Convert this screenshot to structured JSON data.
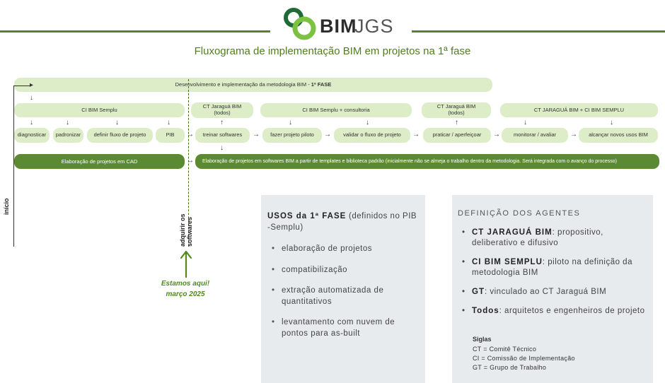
{
  "header": {
    "brand_bold": "BIM",
    "brand_light": "JGS",
    "title": "Fluxograma de implementação BIM em projetos na 1ª fase"
  },
  "flow": {
    "top_bar_text": "Desenvolvimento e implementação da metodologia BIM - ",
    "top_bar_bold": "1ª FASE",
    "group_ci_bim": "CI BIM Semplu",
    "group_ct_1": "CT Jaraguá BIM\n(todos)",
    "group_ci_consult": "CI BIM Semplu + consultoria",
    "group_ct_2": "CT Jaraguá BIM\n(todos)",
    "group_ct_ci": "CT JARAGUÁ BIM + CI BIM SEMPLU",
    "steps": {
      "diagnosticar": "diagnosticar",
      "padronizar": "padronizar",
      "definir": "definir fluxo de projeto",
      "pib": "PIB",
      "treinar": "treinar softwares",
      "piloto": "fazer projeto piloto",
      "validar": "validar o fluxo de projeto",
      "praticar": "praticar / aperfeiçoar",
      "monitorar": "monitorar / avaliar",
      "alcancar": "alcançar novos usos BIM"
    },
    "cad_bar": "Elaboração de projetos em CAD",
    "bim_bar": "Elaboração de projetos em softwares BIM a partir de templates e biblioteca padrão (inicialmente não se almeja o trabalho dentro da metodologia. Será integrada com o avanço do processo)",
    "inicio_label": "início",
    "adquirir_label": "adquirir os softwares",
    "estamos_line1": "Estamos aqui!",
    "estamos_line2": "março 2025"
  },
  "usos": {
    "title_bold": "USOS da 1ª FASE",
    "title_rest": " (definidos no PIB -Semplu)",
    "items": [
      "elaboração de projetos",
      "compatibilização",
      "extração automatizada de quantitativos",
      "levantamento com nuvem de pontos para as-built"
    ]
  },
  "agentes": {
    "title": "DEFINIÇÃO DOS AGENTES",
    "items": [
      {
        "term": "CT JARAGUÁ BIM",
        "desc": ": propositivo, deliberativo e difusivo"
      },
      {
        "term": "CI BIM SEMPLU",
        "desc": ": piloto na definição da metodologia BIM"
      },
      {
        "term": "GT",
        "desc": ": vinculado ao CT Jaraguá BIM"
      },
      {
        "term": "Todos",
        "desc": ": arquitetos e engenheiros de projeto"
      }
    ],
    "siglas_title": "Siglas",
    "siglas": [
      "CT = Comitê Técnico",
      "CI = Comissão de Implementação",
      "GT = Grupo de Trabalho"
    ]
  },
  "colors": {
    "light_green": "#dcedc8",
    "dark_green": "#5b8a33",
    "logo_green": "#6aab3a",
    "title_green": "#4f7d22",
    "panel_gray": "#e7ebee"
  }
}
